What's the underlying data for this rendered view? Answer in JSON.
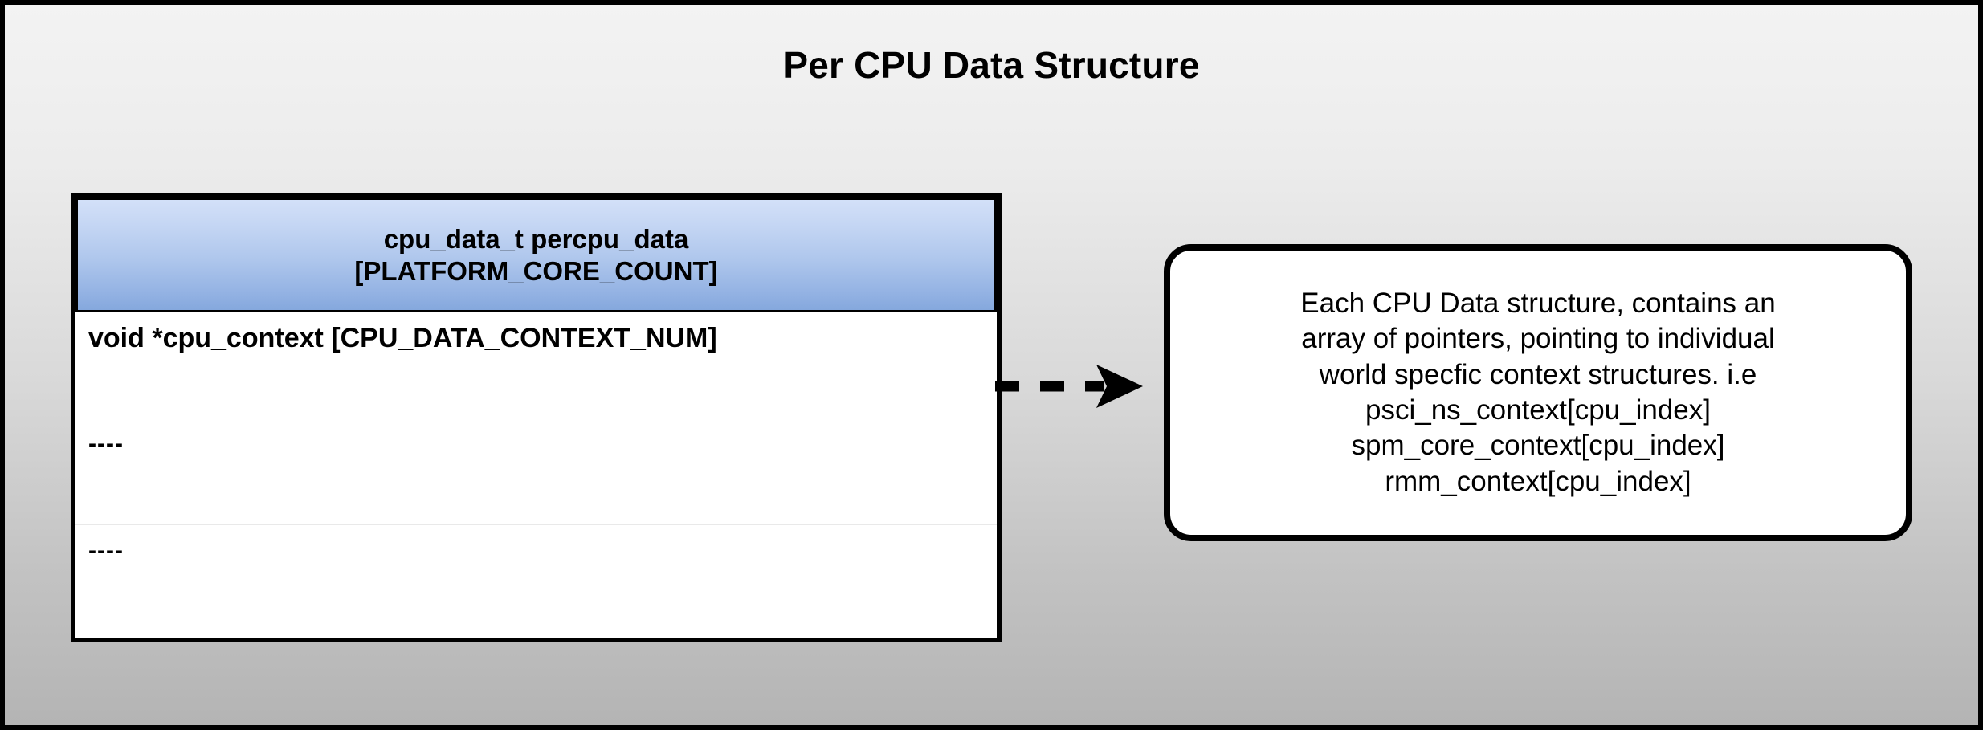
{
  "title": "Per CPU Data Structure",
  "colors": {
    "background_top": "#f3f3f3",
    "background_bottom": "#b4b4b4",
    "header_gradient_top": "#d3e0f8",
    "header_gradient_bottom": "#85a8dd",
    "border": "#000000",
    "row_separator": "#e9e9e9",
    "row_background": "#ffffff"
  },
  "struct_table": {
    "header": {
      "line1": "cpu_data_t percpu_data",
      "line2": "[PLATFORM_CORE_COUNT]"
    },
    "rows": [
      {
        "label": "void *cpu_context [CPU_DATA_CONTEXT_NUM]"
      },
      {
        "label": "----"
      },
      {
        "label": "----"
      }
    ]
  },
  "connector": {
    "style": "dashed-arrow",
    "direction": "right"
  },
  "callout": {
    "lines": [
      "Each CPU Data structure, contains an",
      "array of pointers, pointing to individual",
      "world specfic context structures. i.e",
      "psci_ns_context[cpu_index]",
      "spm_core_context[cpu_index]",
      "rmm_context[cpu_index]"
    ]
  }
}
